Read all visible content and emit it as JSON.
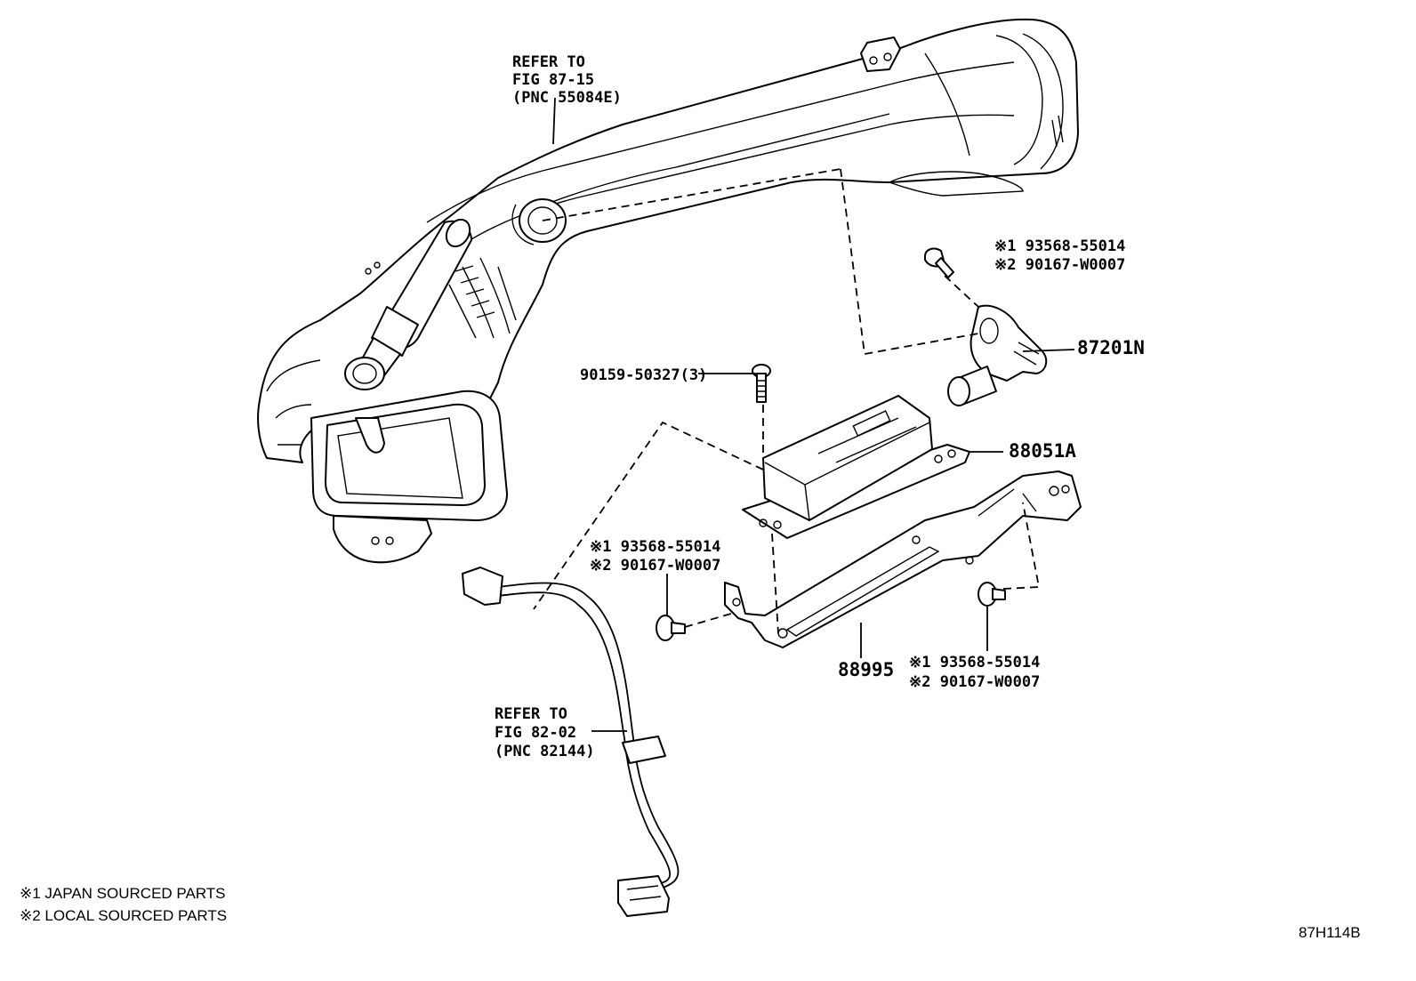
{
  "refs": {
    "duct": [
      "REFER TO",
      "FIG 87-15",
      "(PNC 55084E)"
    ],
    "harness": [
      "REFER TO",
      "FIG 82-02",
      "(PNC 82144)"
    ]
  },
  "parts": {
    "clip_top": [
      "※1 93568-55014",
      "※2 90167-W0007"
    ],
    "clip_left": [
      "※1 93568-55014",
      "※2 90167-W0007"
    ],
    "clip_right": [
      "※1 93568-55014",
      "※2 90167-W0007"
    ],
    "bolt": "90159-50327(3)",
    "p87201n": "87201N",
    "p88051a": "88051A",
    "p88995": "88995"
  },
  "legend": [
    "※1  JAPAN SOURCED PARTS",
    "※2  LOCAL SOURCED PARTS"
  ],
  "figure_id": "87H114B"
}
